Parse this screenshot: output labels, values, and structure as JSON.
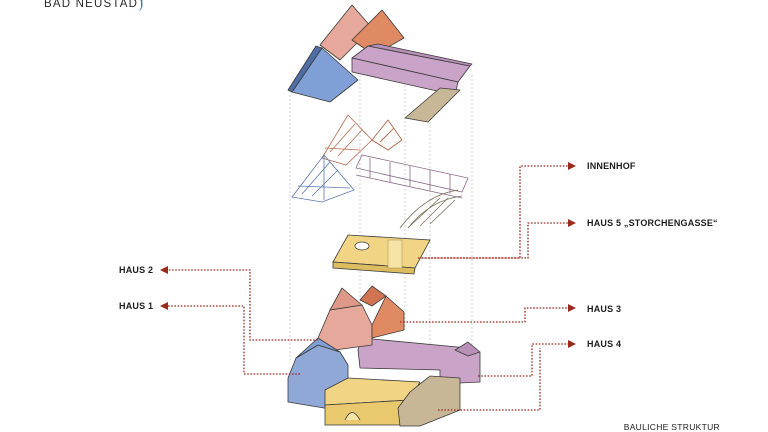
{
  "brand": {
    "title": "BAD NEUSTADT"
  },
  "labels": {
    "innenhof": "INNENHOF",
    "haus5": "HAUS 5 „STORCHENGASSE“",
    "haus2": "HAUS 2",
    "haus1": "HAUS 1",
    "haus3": "HAUS 3",
    "haus4": "HAUS 4"
  },
  "footer": {
    "caption": "BAULICHE STRUKTUR"
  },
  "colors": {
    "haus1": "#8fa8d6",
    "haus2": "#e6a89a",
    "haus3": "#e08a64",
    "haus4": "#c7b796",
    "haus5": "#c9a4c8",
    "innenhof": "#f1d584",
    "leader": "#9a2a1e"
  }
}
